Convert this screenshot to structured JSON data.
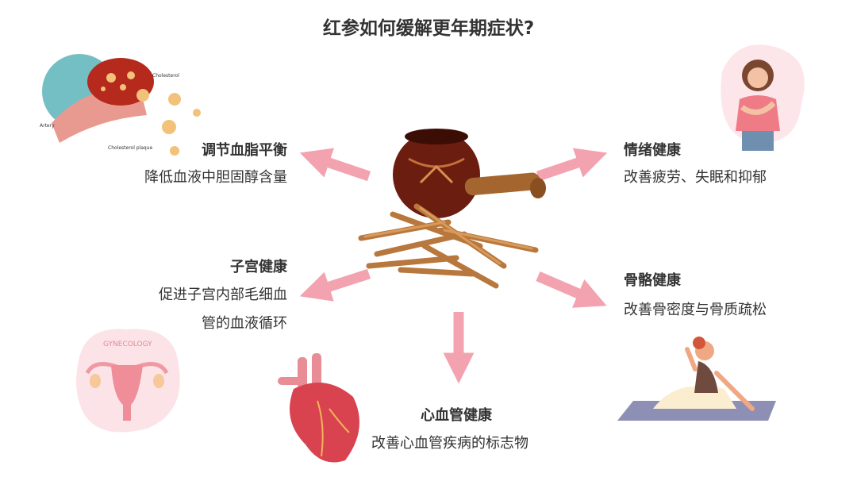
{
  "title": "红参如何缓解更年期症状?",
  "benefits": {
    "lipid": {
      "heading": "调节血脂平衡",
      "text": "降低血液中胆固醇含量"
    },
    "mood": {
      "heading": "情绪健康",
      "text": "改善疲劳、失眠和抑郁"
    },
    "uterus": {
      "heading": "子宫健康",
      "text1": "促进子宫内部毛细血",
      "text2": "管的血液循环"
    },
    "bone": {
      "heading": "骨骼健康",
      "text": "改善骨密度与骨质疏松"
    },
    "heart": {
      "heading": "心血管健康",
      "text": "改善心血管疾病的标志物"
    }
  },
  "artery_labels": {
    "cholesterol": "Cholesterol",
    "artery": "Artery",
    "plaque": "Cholesterol plaque"
  },
  "gynecology_label": "GYNECOLOGY",
  "colors": {
    "arrow": "#f3a3b0",
    "text": "#333333"
  }
}
